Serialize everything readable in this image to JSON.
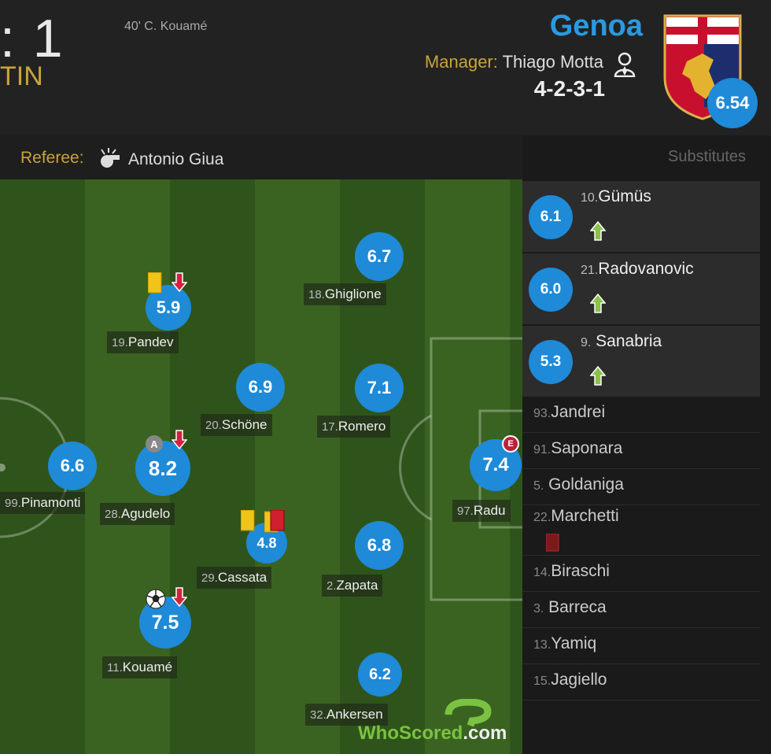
{
  "header": {
    "score": ": 1",
    "status": "TIN",
    "scorer": "40' C. Kouamé",
    "team_name": "Genoa",
    "manager_label": "Manager:",
    "manager_name": "Thiago Motta",
    "formation": "4-2-3-1",
    "team_rating": "6.54"
  },
  "referee": {
    "label": "Referee:",
    "name": "Antonio Giua"
  },
  "players": [
    {
      "num": "18.",
      "name": "Ghiglione",
      "rating": "6.7"
    },
    {
      "num": "19.",
      "name": "Pandev",
      "rating": "5.9"
    },
    {
      "num": "20.",
      "name": "Schöne",
      "rating": "6.9"
    },
    {
      "num": "17.",
      "name": "Romero",
      "rating": "7.1"
    },
    {
      "num": "99.",
      "name": "Pinamonti",
      "rating": "6.6"
    },
    {
      "num": "28.",
      "name": "Agudelo",
      "rating": "8.2"
    },
    {
      "num": "97.",
      "name": "Radu",
      "rating": "7.4"
    },
    {
      "num": "29.",
      "name": "Cassata",
      "rating": "4.8"
    },
    {
      "num": "2.",
      "name": "Zapata",
      "rating": "6.8"
    },
    {
      "num": "11.",
      "name": "Kouamé",
      "rating": "7.5"
    },
    {
      "num": "32.",
      "name": "Ankersen",
      "rating": "6.2"
    }
  ],
  "badges": {
    "captain": "A",
    "error": "E"
  },
  "subs": {
    "title": "Substitutes",
    "played": [
      {
        "num": "10.",
        "name": "Gümüs",
        "rating": "6.1"
      },
      {
        "num": "21.",
        "name": "Radovanovic",
        "rating": "6.0"
      },
      {
        "num": "9.",
        "name": " Sanabria",
        "rating": "5.3"
      }
    ],
    "bench": [
      {
        "num": "93.",
        "name": "Jandrei"
      },
      {
        "num": "91.",
        "name": "Saponara"
      },
      {
        "num": "5.",
        "name": " Goldaniga"
      },
      {
        "num": "22.",
        "name": "Marchetti"
      },
      {
        "num": "14.",
        "name": "Biraschi"
      },
      {
        "num": "3.",
        "name": " Barreca"
      },
      {
        "num": "13.",
        "name": "Yamiq"
      },
      {
        "num": "15.",
        "name": "Jagiello"
      }
    ]
  },
  "logo": {
    "who": "WhoScored",
    "com": ".com"
  },
  "colors": {
    "rating": "#1e8ad8",
    "accent": "#c9a43a",
    "team": "#2a9ae0"
  }
}
